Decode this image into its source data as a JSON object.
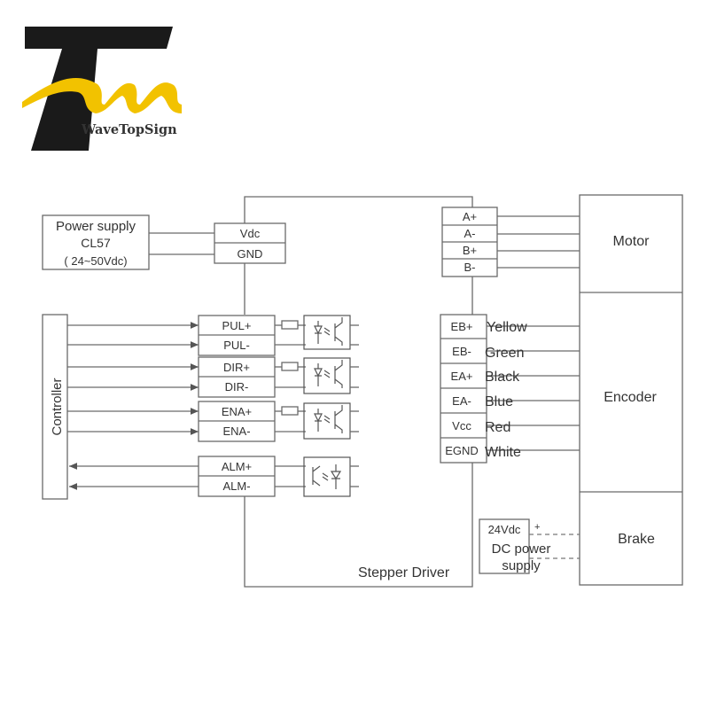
{
  "logo": {
    "brand": "WaveTopSign",
    "accent_color": "#f2c200",
    "dark_color": "#1a1a1a"
  },
  "power_supply": {
    "title": "Power supply",
    "model": "CL57",
    "range": "( 24~50Vdc)"
  },
  "power_terminals": [
    "Vdc",
    "GND"
  ],
  "controller": {
    "label": "Controller"
  },
  "signal_terminals": [
    "PUL+",
    "PUL-",
    "DIR+",
    "DIR-",
    "ENA+",
    "ENA-",
    "ALM+",
    "ALM-"
  ],
  "driver": {
    "label": "Stepper Driver"
  },
  "motor_terminals": [
    "A+",
    "A-",
    "B+",
    "B-"
  ],
  "encoder_terminals": [
    {
      "pin": "EB+",
      "color": "Yellow"
    },
    {
      "pin": "EB-",
      "color": "Green"
    },
    {
      "pin": "EA+",
      "color": "Black"
    },
    {
      "pin": "EA-",
      "color": "Blue"
    },
    {
      "pin": "Vcc",
      "color": "Red"
    },
    {
      "pin": "EGND",
      "color": "White"
    }
  ],
  "motor": {
    "motor_label": "Motor",
    "encoder_label": "Encoder",
    "brake_label": "Brake"
  },
  "brake_supply": {
    "voltage": "24Vdc",
    "plus": "+",
    "line1": "DC power",
    "line2": "supply"
  }
}
